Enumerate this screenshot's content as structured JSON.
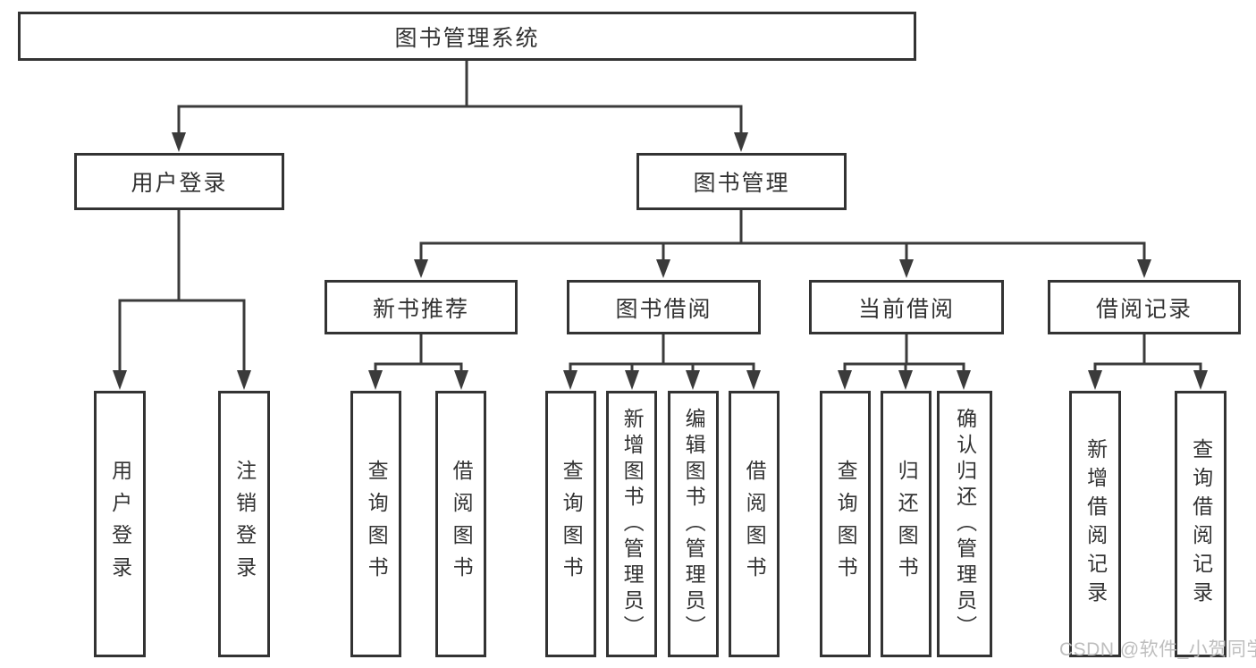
{
  "diagram": {
    "title": "图书管理系统",
    "nodes": {
      "root": "图书管理系统",
      "userLogin": "用户登录",
      "bookManagement": "图书管理",
      "newBookRecommendation": "新书推荐",
      "bookBorrowing": "图书借阅",
      "currentBorrowing": "当前借阅",
      "borrowingRecords": "借阅记录"
    },
    "leaves": {
      "userLogin": "用户登录",
      "logout": "注销登录",
      "recQueryBooks": "查询图书",
      "recBorrowBooks": "借阅图书",
      "bbQueryBooks": "查询图书",
      "bbAddBooks": "新增图书（管理员）",
      "bbEditBooks": "编辑图书（管理员）",
      "bbBorrowBooks": "借阅图书",
      "cbQueryBooks": "查询图书",
      "cbReturnBooks": "归还图书",
      "cbConfirmReturn": "确认归还（管理员）",
      "brAddRecord": "新增借阅记录",
      "brQueryRecord": "查询借阅记录"
    }
  },
  "watermark": {
    "text": "CSDN @软件_小贺同学"
  },
  "colors": {
    "line": "#3b3b3b",
    "box_border": "#333333",
    "text": "#333333",
    "watermark": "#bbbbbb",
    "background": "#ffffff"
  }
}
